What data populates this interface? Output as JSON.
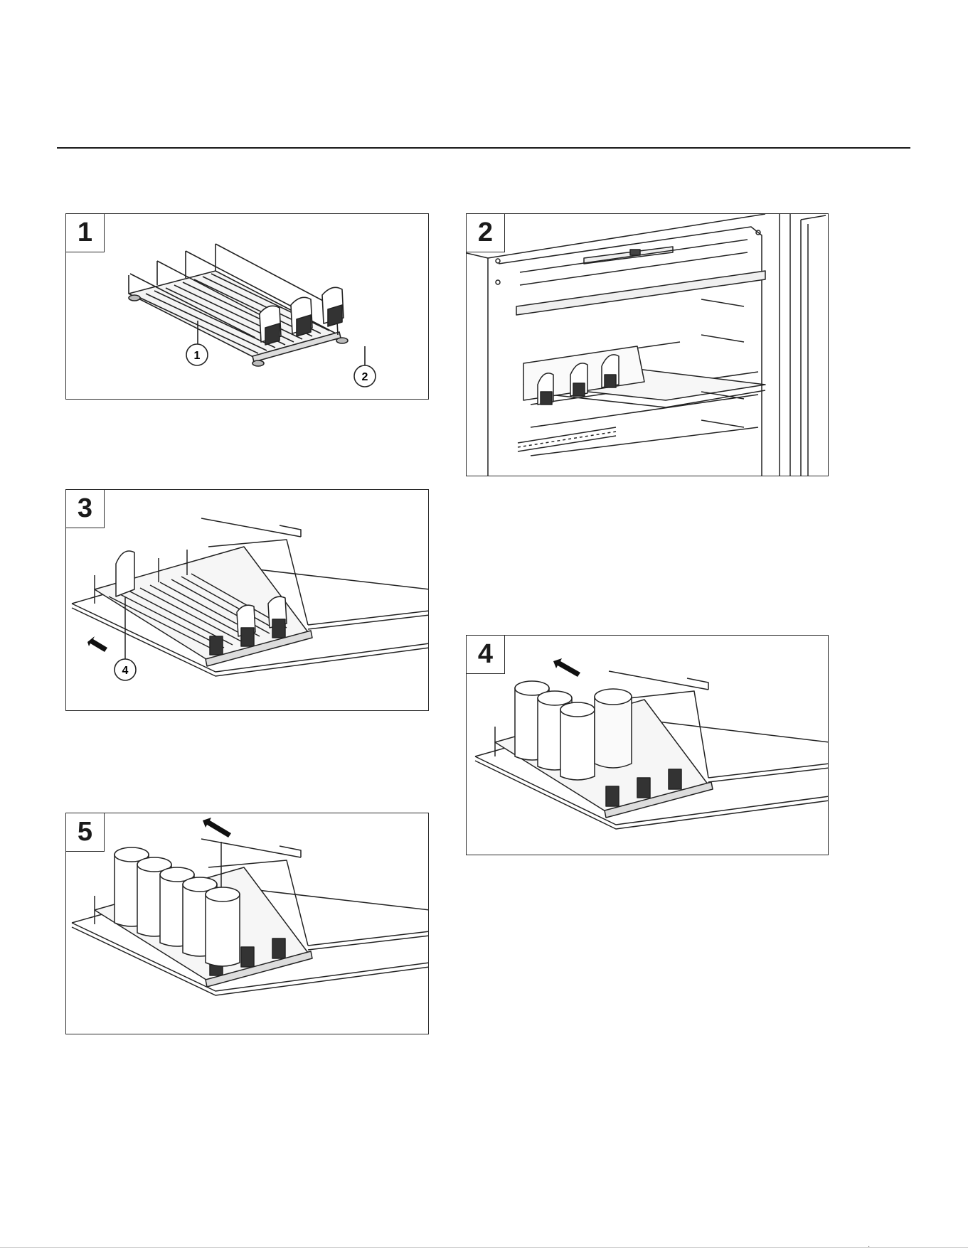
{
  "steps": [
    {
      "number": "1",
      "callouts": [
        "1",
        "2"
      ]
    },
    {
      "number": "2"
    },
    {
      "number": "3",
      "callouts": [
        "4"
      ]
    },
    {
      "number": "4"
    },
    {
      "number": "5"
    }
  ],
  "corner_mark": "·"
}
